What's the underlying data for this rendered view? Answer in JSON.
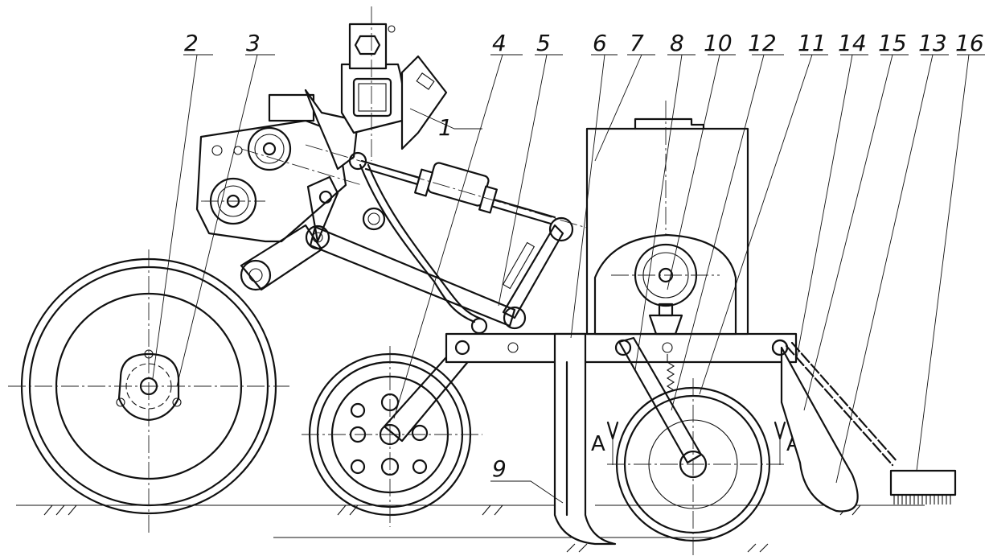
{
  "callouts": [
    "1",
    "2",
    "3",
    "4",
    "5",
    "6",
    "7",
    "8",
    "9",
    "10",
    "11",
    "12",
    "13",
    "14",
    "15",
    "16"
  ],
  "section_marks": {
    "left": "A",
    "right": "A"
  },
  "colors": {
    "line": "#111111",
    "background": "#ffffff"
  }
}
